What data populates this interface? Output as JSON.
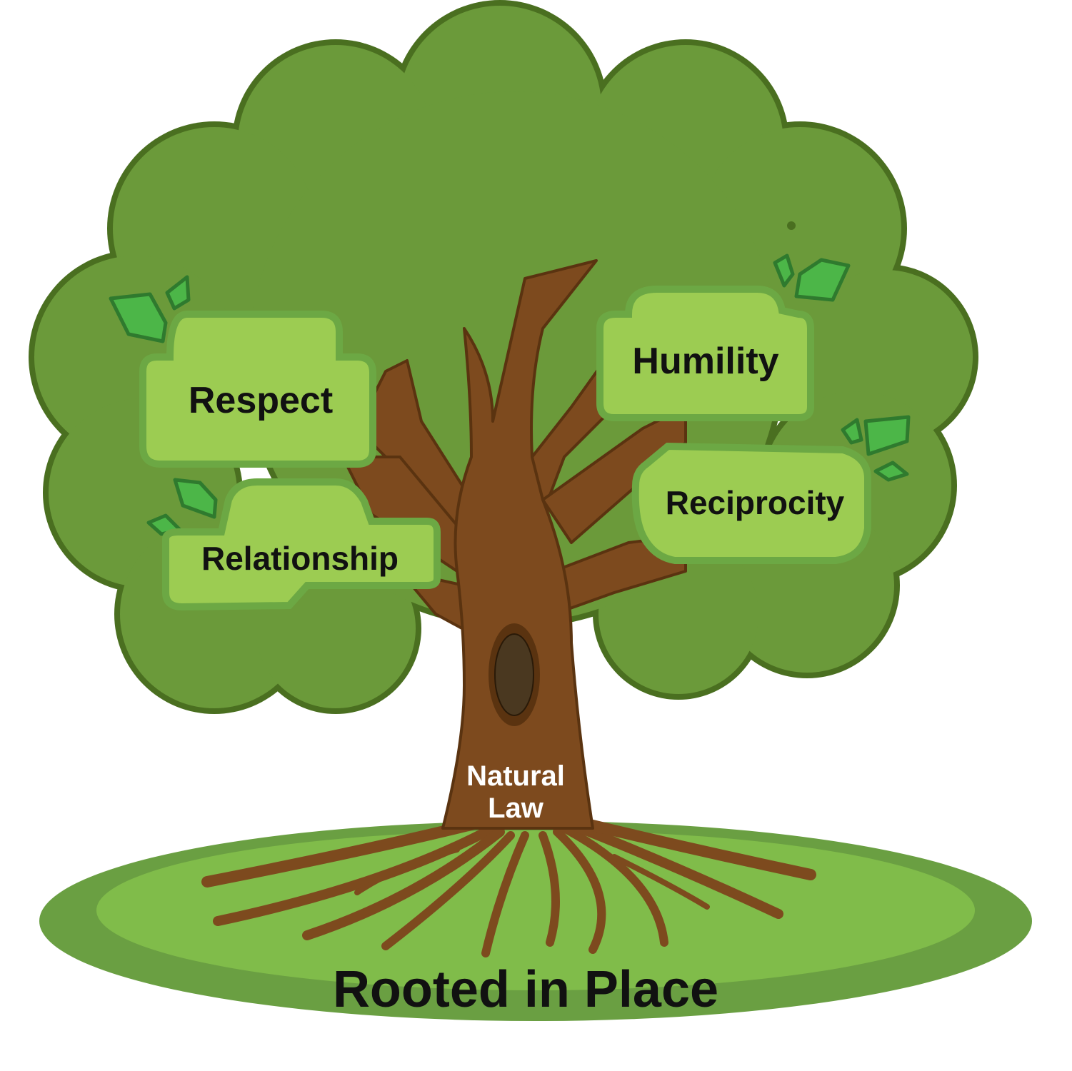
{
  "diagram": {
    "trunk_label_line1": "Natural",
    "trunk_label_line2": "Law",
    "values": [
      {
        "id": "respect",
        "label": "Respect"
      },
      {
        "id": "relationship",
        "label": "Relationship"
      },
      {
        "id": "humility",
        "label": "Humility"
      },
      {
        "id": "reciprocity",
        "label": "Reciprocity"
      }
    ],
    "ground_caption": "Rooted in Place"
  },
  "colors": {
    "canopy": "#6b9a3a",
    "canopy_outline": "#4a6f20",
    "bark": "#7d4a1e",
    "bark_outline": "#5a3310",
    "hollow": "#4a3820",
    "label_fill": "#9ccc52",
    "label_border": "#6ca844",
    "leaf": "#4cb648",
    "leaf_outline": "#2f7a2e",
    "ground_outer": "#6a9f42",
    "ground_inner": "#80bc4a",
    "text_dark": "#111111",
    "text_light": "#ffffff"
  }
}
